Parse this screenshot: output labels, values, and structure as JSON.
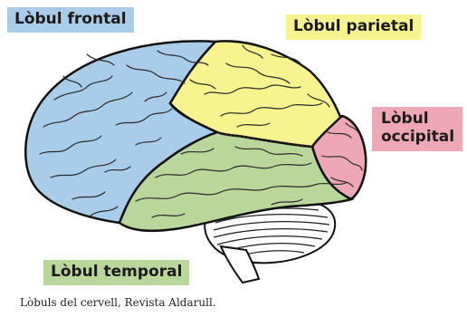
{
  "labels": {
    "frontal": "Lòbul frontal",
    "parietal": "Lòbul parietal",
    "occipital": "Lòbul occipital",
    "temporal": "Lòbul temporal"
  },
  "caption": "Lòbuls del cervell, Revista Aldarull.",
  "colors": {
    "frontal": "#a9cde8",
    "parietal": "#f7f38f",
    "occipital": "#eea7b5",
    "temporal": "#b9d69b",
    "cerebellum": "#ffffff",
    "outline": "#111111"
  }
}
